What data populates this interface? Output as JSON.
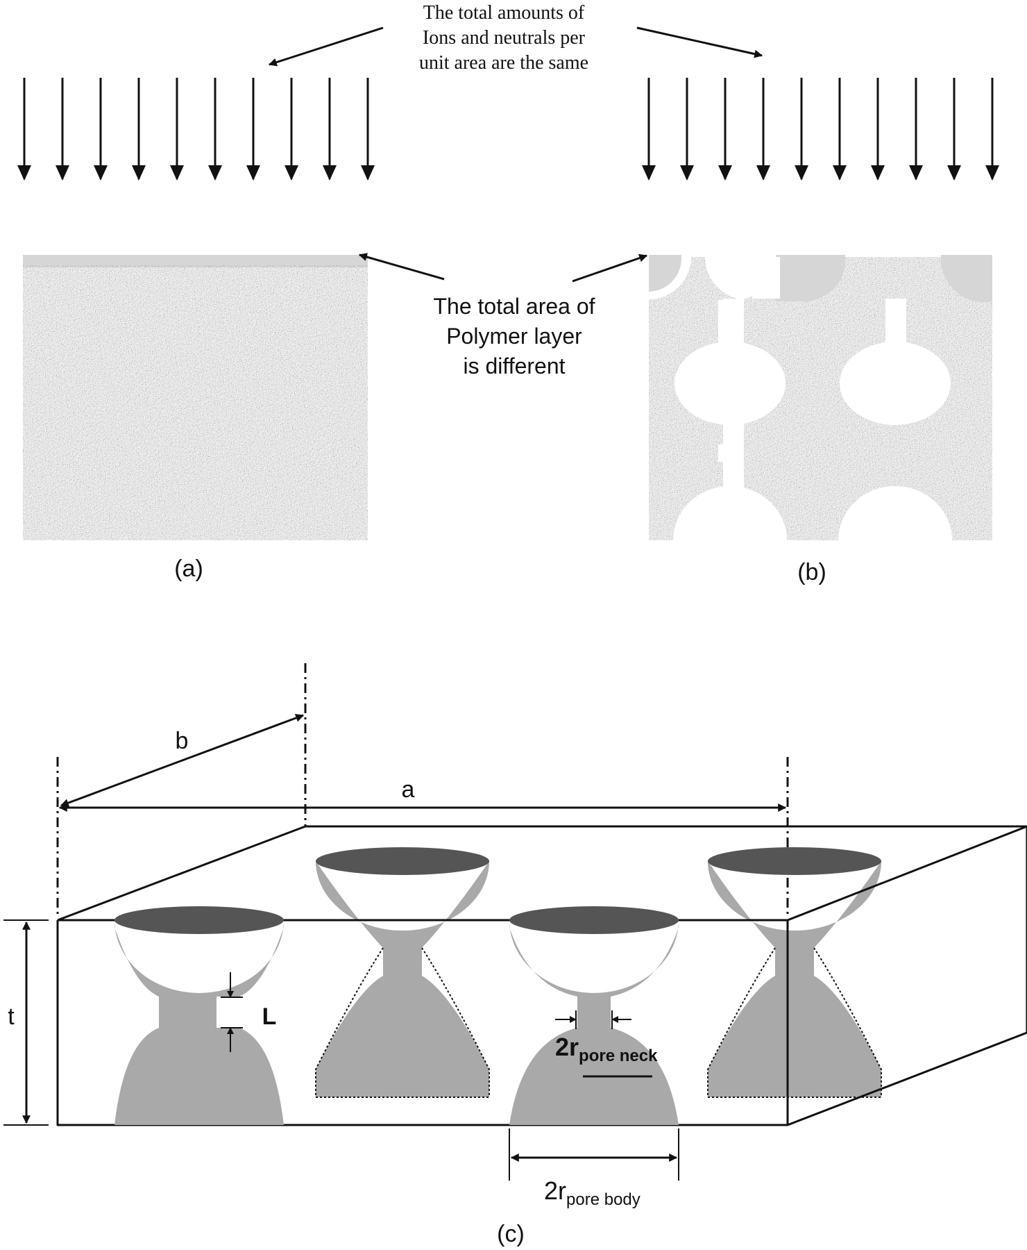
{
  "annotations": {
    "top_note_line1": "The total amounts of",
    "top_note_line2": "Ions and neutrals per",
    "top_note_line3": "unit area are the same",
    "mid_note_line1": "The total area of",
    "mid_note_line2": "Polymer layer",
    "mid_note_line3": "is different"
  },
  "panel_labels": {
    "a": "(a)",
    "b": "(b)",
    "c": "(c)"
  },
  "dimensions": {
    "a": "a",
    "b": "b",
    "t": "t",
    "L": "L",
    "neck_main": "2r",
    "neck_sub": "pore neck",
    "body_main": "2r",
    "body_sub": "pore body"
  },
  "colors": {
    "polymer_film": "#d6d6d6",
    "pore_fill": "#a9a9a9",
    "pore_opening": "#555555",
    "line": "#111111"
  }
}
